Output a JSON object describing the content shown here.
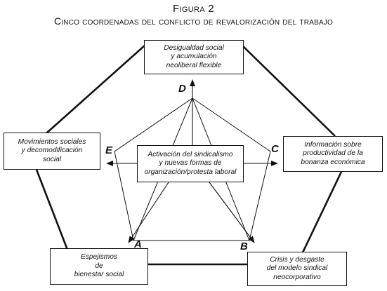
{
  "header": {
    "figure_label": "Figura 2",
    "title": "Cinco coordenadas del conflicto de revalorización del trabajo"
  },
  "center_box": {
    "text": "Activación del sindicalismo\ny nuevas formas de\norganización/protesta laboral"
  },
  "boxes": {
    "top": "Desigualdad social\ny acumulación\nneoliberal flexible",
    "left": "Movimientos sociales\ny decomodificación\nsocial",
    "right": "Información sobre\nproductividad de la\nbonanza económica",
    "bottom_left": "Espejismos\nde\nbienestar social",
    "bottom_right": "Crisis y desgaste\ndel modelo sindical\nneocorporativo"
  },
  "letters": {
    "d": "D",
    "e": "E",
    "c": "C",
    "a": "A",
    "b": "B"
  }
}
